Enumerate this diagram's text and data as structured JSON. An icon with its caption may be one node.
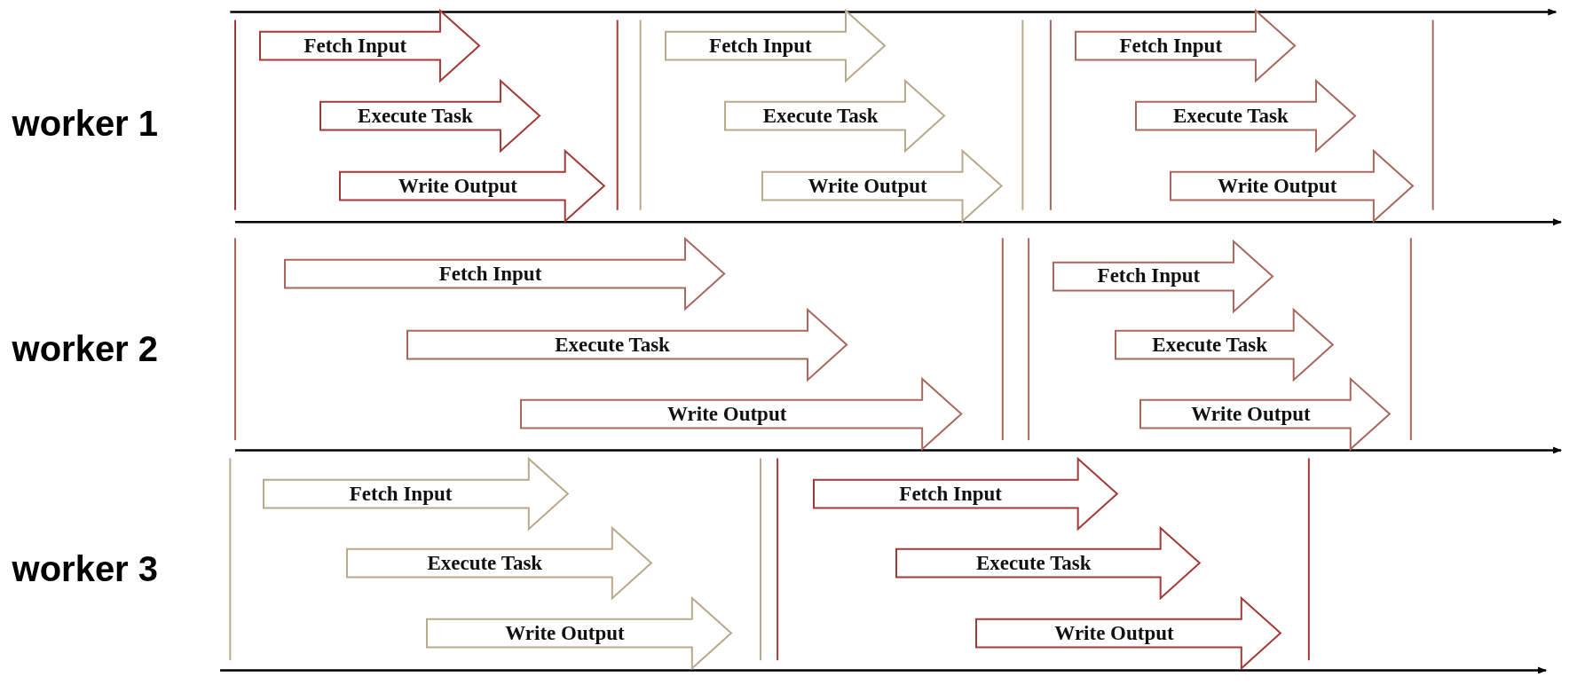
{
  "diagram": {
    "nodes": [
      {
        "text": [
          "Fetch Input"
        ]
      },
      {
        "text": [
          "Execute Task"
        ]
      },
      {
        "text": [
          "Write Output"
        ]
      },
      {
        "text": [
          "Fetch Input"
        ]
      },
      {
        "text": [
          "Execute Task"
        ]
      },
      {
        "text": [
          "Write Output"
        ]
      },
      {
        "text": [
          "Fetch Input"
        ]
      },
      {
        "text": [
          "Execute Task"
        ]
      },
      {
        "text": [
          "Write Output"
        ]
      },
      {
        "text": [
          "Fetch Input"
        ]
      },
      {
        "text": [
          "Execute Task"
        ]
      },
      {
        "text": [
          "Write Output"
        ]
      },
      {
        "text": [
          "Fetch Input"
        ]
      },
      {
        "text": [
          "Execute Task"
        ]
      },
      {
        "text": [
          "Write Output"
        ]
      },
      {
        "text": [
          "Fetch Input"
        ]
      },
      {
        "text": [
          "Execute Task"
        ]
      },
      {
        "text": [
          "Write Output"
        ]
      },
      {
        "text": [
          "Fetch Input"
        ]
      },
      {
        "text": [
          "Execute Task"
        ]
      },
      {
        "text": [
          "Write Output"
        ]
      }
    ],
    "labels": [
      "worker 1",
      "worker 2",
      "worker 3"
    ]
  }
}
